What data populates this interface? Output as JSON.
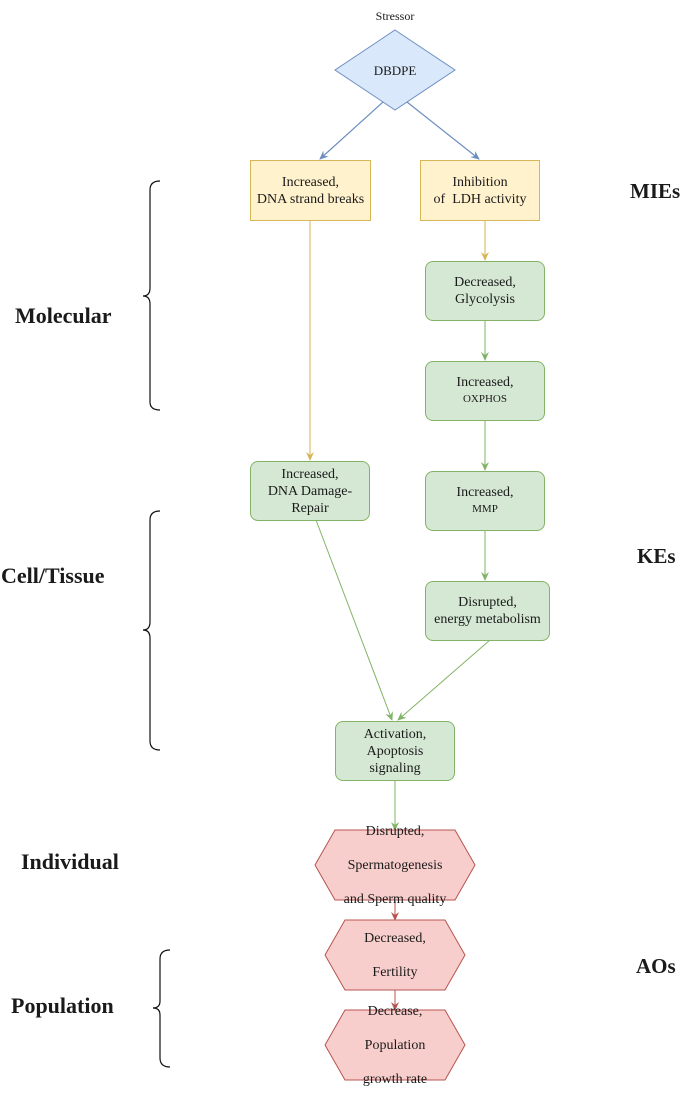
{
  "stressor": {
    "label": "Stressor",
    "name": "DBDPE"
  },
  "mies": [
    {
      "line1": "Increased,",
      "line2": "DNA strand breaks"
    },
    {
      "line1": "Inhibition",
      "line2": "of  LDH activity"
    }
  ],
  "kes": {
    "glycolysis": {
      "line1": "Decreased,",
      "line2": "Glycolysis"
    },
    "oxphos": {
      "line1": "Increased,",
      "line2": "OXPHOS"
    },
    "dna_repair": {
      "line1": "Increased,",
      "line2": "DNA Damage-",
      "line3": "Repair"
    },
    "mmp": {
      "line1": "Increased,",
      "line2": "MMP"
    },
    "energy": {
      "line1": "Disrupted,",
      "line2": "energy metabolism"
    },
    "apoptosis": {
      "line1": "Activation,",
      "line2": "Apoptosis",
      "line3": "signaling"
    }
  },
  "aos": [
    {
      "line1": "Disrupted,",
      "line2": "Spermatogenesis",
      "line3": "and Sperm quality"
    },
    {
      "line1": "Decreased,",
      "line2": "Fertility"
    },
    {
      "line1": "Decrease,",
      "line2": "Population",
      "line3": "growth rate"
    }
  ],
  "levels": {
    "molecular": "Molecular",
    "cell_tissue": "Cell/Tissue",
    "individual": "Individual",
    "population": "Population"
  },
  "stages": {
    "mies": "MIEs",
    "kes": "KEs",
    "aos": "AOs"
  },
  "colors": {
    "stressor_fill": "#dae8fc",
    "stressor_stroke": "#6c8ebf",
    "mie_fill": "#fff2cc",
    "mie_stroke": "#d6b656",
    "ke_fill": "#d5e8d4",
    "ke_stroke": "#82b366",
    "ao_fill": "#f8cecc",
    "ao_stroke": "#b85450"
  }
}
